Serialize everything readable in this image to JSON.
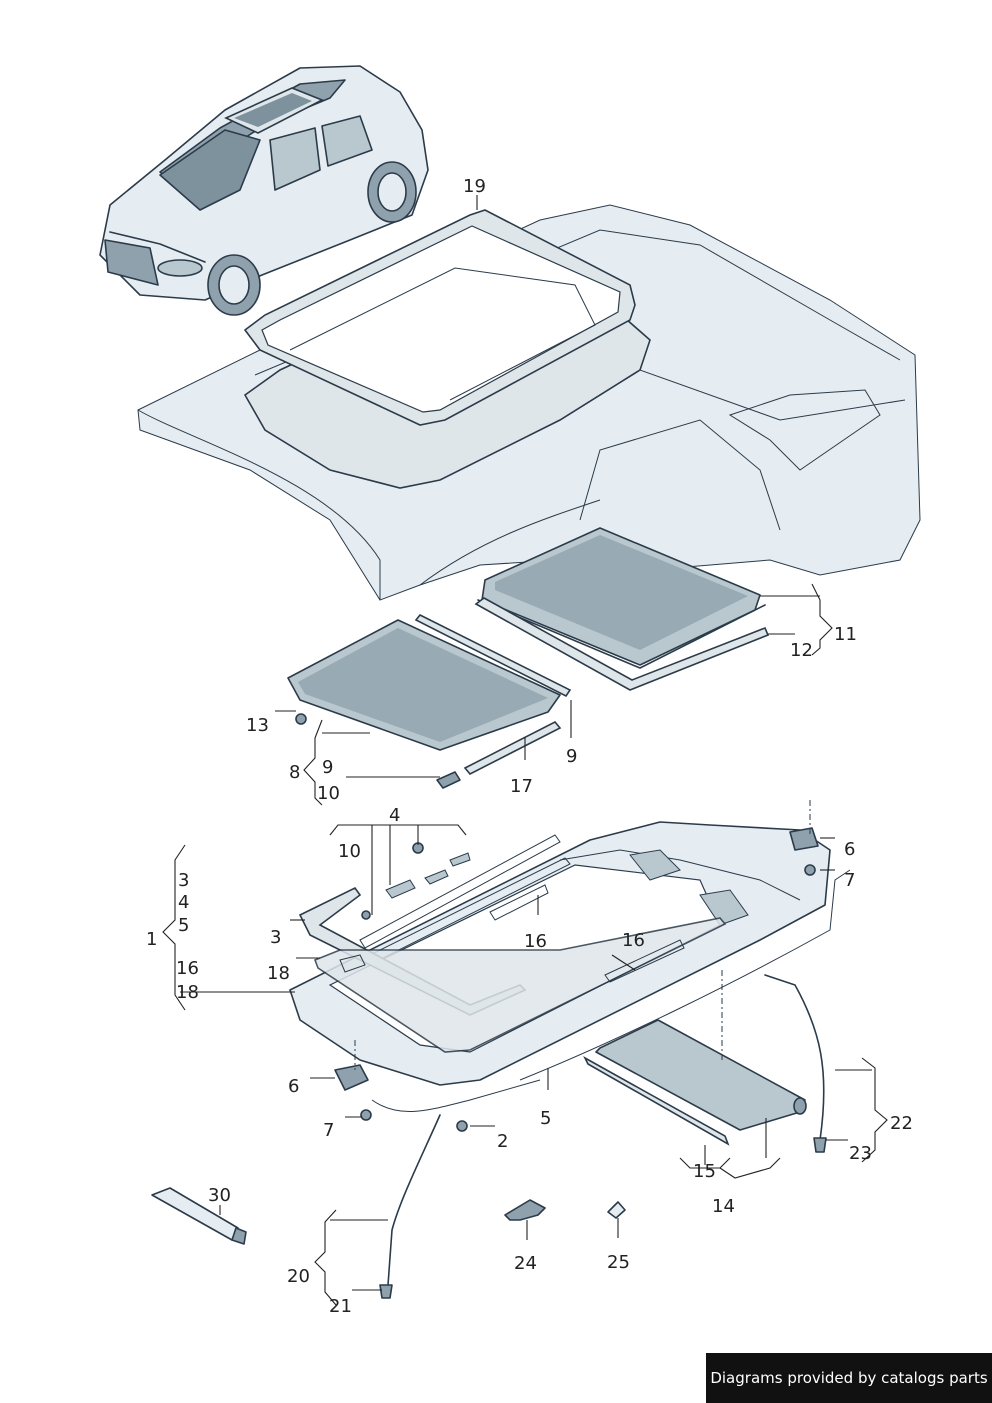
{
  "callouts": {
    "c19": "19",
    "c11": "11",
    "c12": "12",
    "c13": "13",
    "c9a": "9",
    "c9b": "9",
    "c8": "8",
    "c10a": "10",
    "c17": "17",
    "c4a": "4",
    "c10b": "10",
    "c6a": "6",
    "c7a": "7",
    "c3a": "3",
    "c4b": "4",
    "c5a": "5",
    "c1": "1",
    "c3b": "3",
    "c16a": "16",
    "c16b": "16",
    "c16c": "16",
    "c18a": "18",
    "c18b": "18",
    "c6b": "6",
    "c7b": "7",
    "c5b": "5",
    "c2": "2",
    "c22": "22",
    "c23": "23",
    "c15": "15",
    "c14": "14",
    "c30": "30",
    "c20": "20",
    "c21": "21",
    "c24": "24",
    "c25": "25"
  },
  "credit": "Diagrams provided by catalogs parts",
  "colors": {
    "outline": "#2b3b4a",
    "panel": "#b9c7cf",
    "glass": "#7e929e",
    "body": "#e6edf2"
  }
}
